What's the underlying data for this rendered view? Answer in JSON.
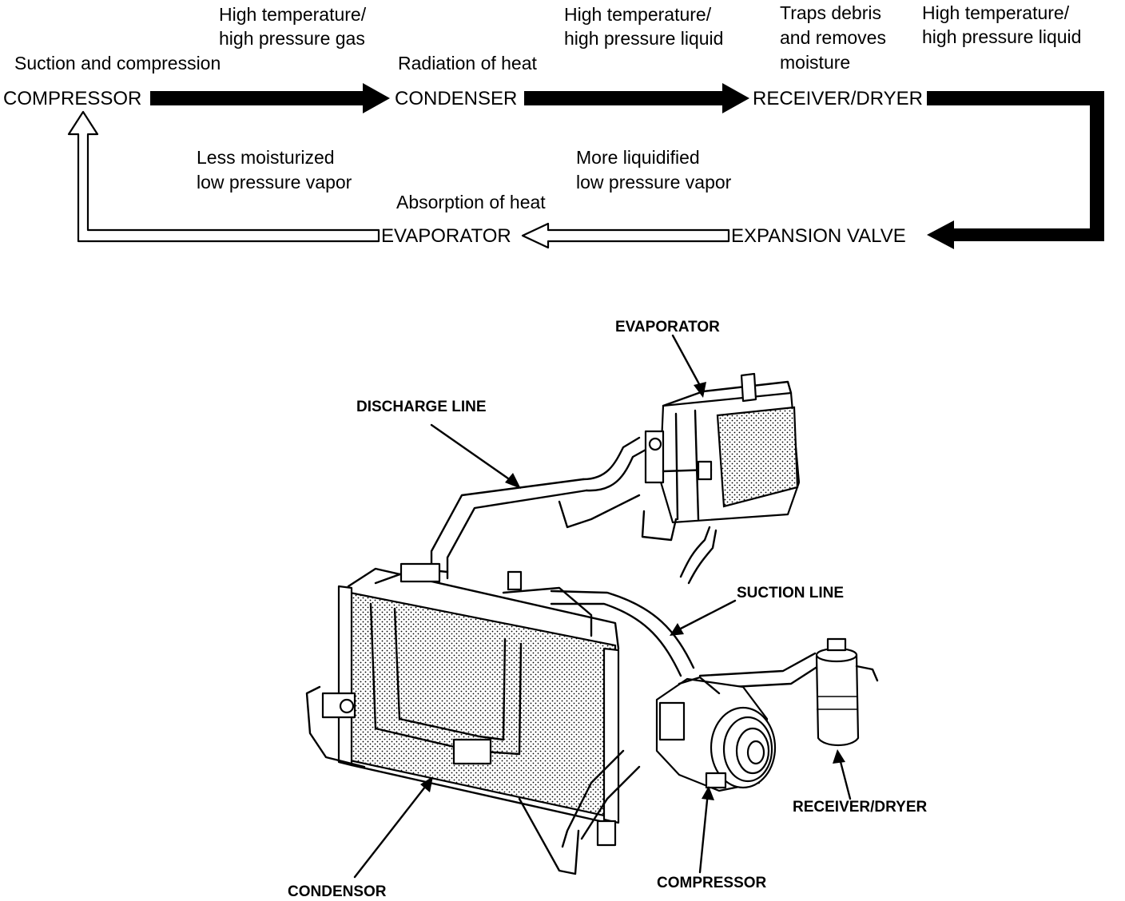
{
  "flow": {
    "nodes": {
      "compressor": "COMPRESSOR",
      "condenser": "CONDENSER",
      "receiver_dryer": "RECEIVER/DRYER",
      "expansion_valve": "EXPANSION VALVE",
      "evaporator": "EVAPORATOR"
    },
    "captions": {
      "compressor_function": "Suction and compression",
      "compressor_out_1": "High temperature/",
      "compressor_out_2": "high pressure gas",
      "condenser_function": "Radiation of heat",
      "condenser_out_1": "High temperature/",
      "condenser_out_2": "high pressure liquid",
      "receiver_function_1": "Traps debris",
      "receiver_function_2": "and removes",
      "receiver_function_3": "moisture",
      "receiver_out_1": "High temperature/",
      "receiver_out_2": "high pressure liquid",
      "expansion_out_1": "More liquidified",
      "expansion_out_2": "low pressure vapor",
      "evaporator_function": "Absorption of heat",
      "evaporator_out_1": "Less moisturized",
      "evaporator_out_2": "low pressure vapor"
    }
  },
  "illustration": {
    "labels": {
      "evaporator": "EVAPORATOR",
      "discharge_line": "DISCHARGE LINE",
      "suction_line": "SUCTION LINE",
      "receiver_dryer": "RECEIVER/DRYER",
      "compressor": "COMPRESSOR",
      "condensor": "CONDENSOR"
    }
  },
  "colors": {
    "ink": "#000000",
    "paper": "#ffffff"
  }
}
